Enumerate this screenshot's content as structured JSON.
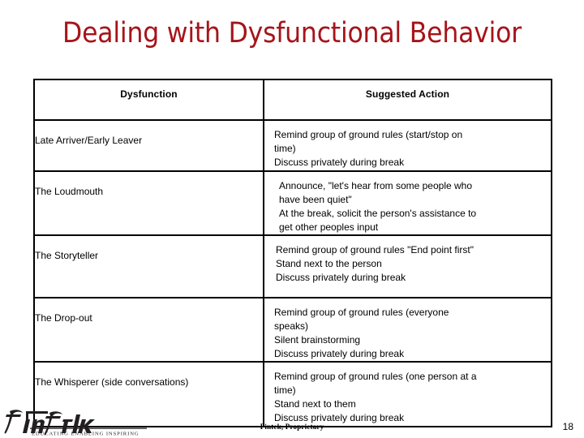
{
  "slide": {
    "title": "Dealing with Dysfunctional Behavior",
    "title_color": "#a6141a",
    "page_number": "18"
  },
  "table": {
    "headers": [
      "Dysfunction",
      "Suggested Action"
    ],
    "rows": [
      {
        "dysfunction": "Late Arriver/Early Leaver",
        "actions": [
          "Remind group of ground rules (start/stop on",
          "time)",
          "Discuss privately during break"
        ]
      },
      {
        "dysfunction": "The Loudmouth",
        "actions": [
          "Announce, \"let's hear from some people who",
          "have been quiet\"",
          "At the break, solicit the person's assistance to",
          "get other peoples input"
        ]
      },
      {
        "dysfunction": "The Storyteller",
        "actions": [
          "Remind group of ground rules \"End point first\"",
          "Stand next to the person",
          "Discuss privately during break"
        ]
      },
      {
        "dysfunction": "The Drop-out",
        "actions": [
          "Remind group of ground rules (everyone",
          "speaks)",
          "Silent brainstorming",
          "Discuss privately during break"
        ]
      },
      {
        "dysfunction": "The Whisperer (side conversations)",
        "actions": [
          "Remind group of ground rules (one person at a",
          "time)",
          "Stand next to them",
          "Discuss privately during break"
        ]
      }
    ]
  },
  "footer": {
    "center_text": "Fintek, Proprietary",
    "logo_text": "INTEK",
    "logo_mark": "F",
    "logo_tagline": "EDUCATING  ENABLING  INSPIRING"
  }
}
